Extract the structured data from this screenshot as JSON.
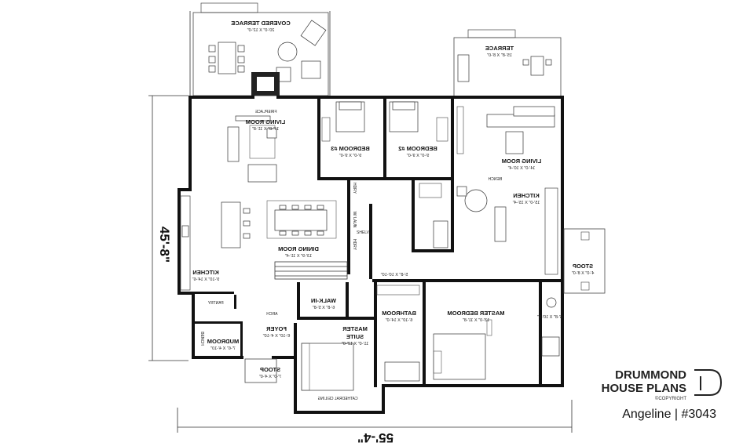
{
  "rooms": {
    "covered_terrace": {
      "name": "COVERED TERRACE",
      "dim": "20'-0\" X 12'-0\""
    },
    "terrace": {
      "name": "TERRACE",
      "dim": "15'-8\" X 8'-0\""
    },
    "fireplace": {
      "name": "FIREPLACE"
    },
    "living_left": {
      "name": "LIVING ROOM",
      "dim": "17'-8\" X 11'-8\""
    },
    "bedroom3": {
      "name": "BEDROOM #3",
      "dim": "9'-0\" X 9'-0\""
    },
    "bedroom2": {
      "name": "BEDROOM #2",
      "dim": "9'-0\" X 9'-0\""
    },
    "living_right": {
      "name": "LIVING ROOM",
      "dim": "14'-0\" X 10'-4\""
    },
    "bench": {
      "name": "BENCH"
    },
    "kitchen_right": {
      "name": "KITCHEN",
      "dim": "15'-0\" X 15'-4\""
    },
    "dining": {
      "name": "DINING ROOM",
      "dim": "13'-9\" X 11'-4\""
    },
    "kitchen_left": {
      "name": "KITCHEN",
      "dim": "9'-10\" X 14'-6\""
    },
    "pantry": {
      "name": "PANTRY"
    },
    "arch": {
      "name": "ARCH"
    },
    "foyer": {
      "name": "FOYER",
      "dim": "6'-10\" X 4'-10\""
    },
    "mudroom": {
      "name": "MUDROOM",
      "dim": "7'-6\" X 4'-10\""
    },
    "bench_left": {
      "name": "BENCH"
    },
    "stoop_bottom": {
      "name": "STOOP",
      "dim": "7'-0\" X 4'-0\""
    },
    "walkin": {
      "name": "WALK-IN",
      "dim": "6'-8\" X 5'-8\""
    },
    "master_suite": {
      "name": "MASTER SUITE",
      "dim": "11'-0\" X 12'-0\""
    },
    "cathedral": {
      "name": "CATHEDRAL CEILING"
    },
    "bathroom_mid": {
      "name": "BATHROOM",
      "dim": "6'-10\" X 14'-0\""
    },
    "master_bedroom": {
      "name": "MASTER BEDROOM",
      "dim": "13'-0\" X 11'-8\""
    },
    "bathroom_small": {
      "dim": "5'-8\" X 10'-10\""
    },
    "bath_right": {
      "dim": "6'-8\" X 10'-0\""
    },
    "stoop_right": {
      "name": "STOOP",
      "dim": "4'-0\" X 8'-0\""
    },
    "hall_labels": {
      "ldry": "HDRY",
      "shelv": "SHELV",
      "wl_lndry": "W/ LAUN",
      "hdry2": "HDRY"
    }
  },
  "dimensions": {
    "width": "55'-4\"",
    "depth": "45'-8\""
  },
  "brand": {
    "line1": "DRUMMOND",
    "line2": "HOUSE PLANS",
    "copyright": "©COPYRIGHT"
  },
  "caption": "Angeline | #3043",
  "colors": {
    "ink": "#111111",
    "paper": "#ffffff"
  }
}
